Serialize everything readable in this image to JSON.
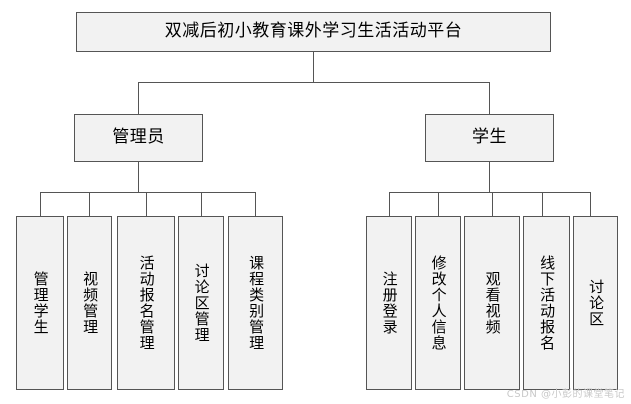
{
  "diagram": {
    "type": "tree",
    "root": {
      "label": "双减后初小教育课外学习生活活动平台"
    },
    "branches": [
      {
        "label": "管理员",
        "children": [
          {
            "label": "管理学生"
          },
          {
            "label": "视频管理"
          },
          {
            "label": "活动报名管理"
          },
          {
            "label": "讨论区管理"
          },
          {
            "label": "课程类别管理"
          }
        ]
      },
      {
        "label": "学生",
        "children": [
          {
            "label": "注册登录"
          },
          {
            "label": "修改个人信息"
          },
          {
            "label": "观看视频"
          },
          {
            "label": "线下活动报名"
          },
          {
            "label": "讨论区"
          }
        ]
      }
    ],
    "watermark": "CSDN @小彭的课堂笔记"
  }
}
